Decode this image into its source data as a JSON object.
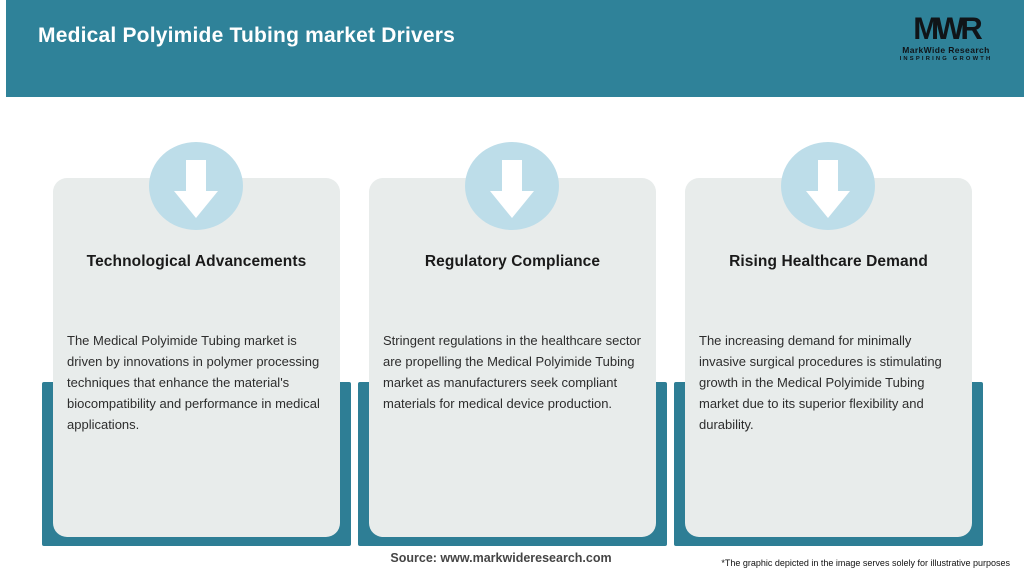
{
  "header": {
    "title": "Medical Polyimide Tubing market Drivers",
    "logo": {
      "monogram": "MWR",
      "name": "MarkWide Research",
      "tagline": "INSPIRING GROWTH"
    }
  },
  "cards": [
    {
      "title": "Technological Advancements",
      "body": "The Medical Polyimide Tubing market is driven by innovations in polymer processing techniques that enhance the material's biocompatibility and performance in medical applications."
    },
    {
      "title": "Regulatory Compliance",
      "body": "Stringent regulations in the healthcare sector are propelling the Medical Polyimide Tubing market as manufacturers seek compliant materials for medical device production."
    },
    {
      "title": "Rising Healthcare Demand",
      "body": "The increasing demand for minimally invasive surgical procedures is stimulating growth in the Medical Polyimide Tubing market due to its superior flexibility and durability."
    }
  ],
  "footer": {
    "source": "Source: www.markwideresearch.com",
    "disclaimer": "*The graphic depicted in the image serves solely for illustrative purposes"
  },
  "colors": {
    "header_teal": "#2f8299",
    "band_teal": "#2e7e95",
    "card_gray": "#e8eceb",
    "circle_blue": "#bddde9",
    "arrow_white": "#ffffff",
    "title_white": "#ffffff",
    "logo_black": "#101418",
    "heading_dark": "#1a1a1a",
    "body_dark": "#2d2d2d",
    "source_gray": "#454545",
    "disclaimer_dark": "#111111"
  }
}
